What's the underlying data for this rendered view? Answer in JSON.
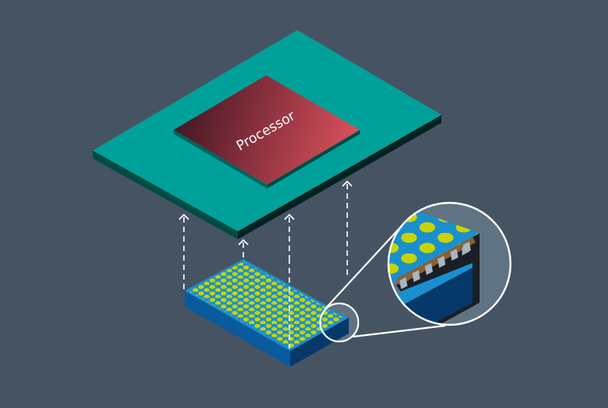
{
  "diagram": {
    "type": "isometric-hardware-illustration",
    "background_color": "#465363",
    "processor": {
      "label": "Processor",
      "gradient_start": "#3e1522",
      "gradient_end": "#e2535e"
    },
    "package_board": {
      "top_color": "#00a19a",
      "side_dark": "#014b45",
      "side_darker": "#012320"
    },
    "substrate": {
      "top_color": "#1a8fd0",
      "side_left": "#0a5a9e",
      "side_right": "#06386a",
      "ball_color": "#c8d400"
    },
    "arrows": {
      "color": "#ffffff",
      "count": 4,
      "direction": "up"
    },
    "callout": {
      "description": "magnified cross-section of substrate edge",
      "ring_color": "#ffffff",
      "fill": "#5f7382",
      "bump_color": "#a9b6bf",
      "bump_base": "#8a6036"
    }
  }
}
